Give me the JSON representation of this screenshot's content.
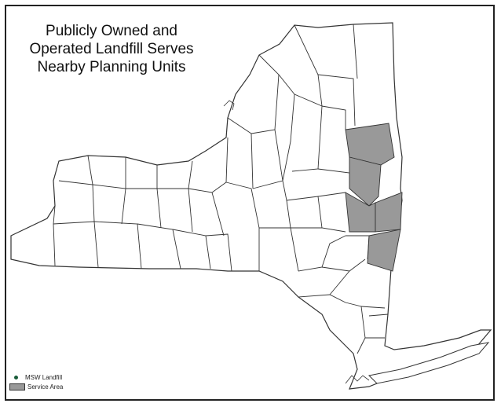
{
  "title_lines": [
    "Publicly Owned and",
    "Operated Landfill Serves",
    "Nearby Planning Units"
  ],
  "legend": {
    "landfill_label": "MSW Landfill",
    "service_label": "Service Area"
  },
  "colors": {
    "service_area": "#999999",
    "landfill_marker": "#1a5c3a",
    "county_fill": "#ffffff",
    "county_stroke": "#333333"
  }
}
